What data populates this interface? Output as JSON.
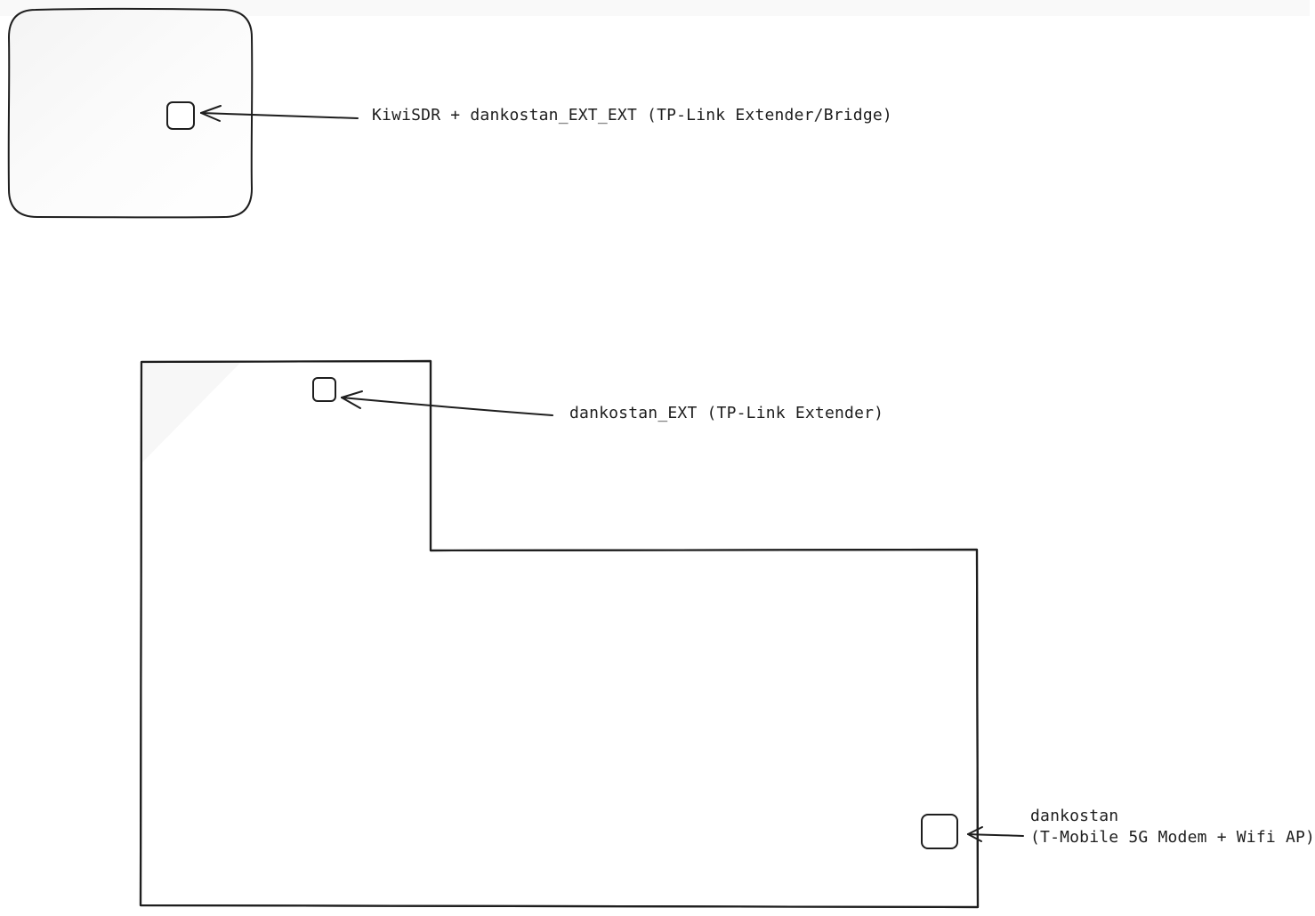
{
  "labels": {
    "kiwisdr_bridge": "KiwiSDR + dankostan_EXT_EXT (TP-Link Extender/Bridge)",
    "extender": "dankostan_EXT (TP-Link Extender)",
    "modem_name": "dankostan",
    "modem_desc": "(T-Mobile 5G Modem + Wifi AP)"
  },
  "colors": {
    "stroke": "#1e1e1e",
    "background": "#ffffff",
    "shape_fill": "#fbfbfb"
  }
}
